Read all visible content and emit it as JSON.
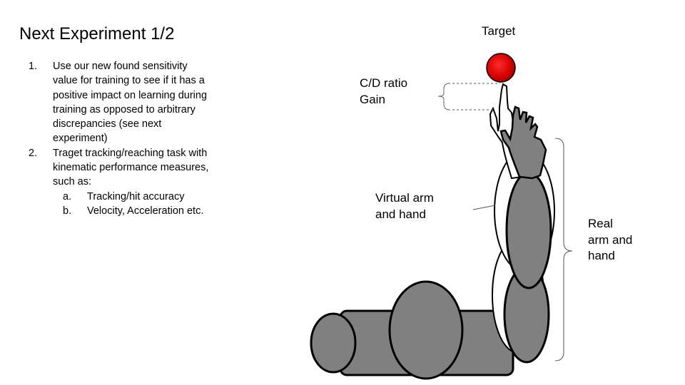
{
  "slide": {
    "title": "Next Experiment 1/2",
    "items": [
      {
        "num": "1.",
        "lines": [
          "Use our new found sensitivity",
          "value for training to see if it has a",
          "positive impact on learning during",
          "training as opposed to arbitrary",
          "discrepancies (see next",
          "experiment)"
        ]
      },
      {
        "num": "2.",
        "lines": [
          "Traget tracking/reaching task with",
          "kinematic performance measures,",
          "such as:"
        ],
        "sub": [
          {
            "num": "a.",
            "text": "Tracking/hit accuracy"
          },
          {
            "num": "b.",
            "text": "Velocity, Acceleration etc."
          }
        ]
      }
    ]
  },
  "diagram": {
    "target_label": "Target",
    "cd_label": [
      "C/D ratio",
      "Gain"
    ],
    "virtual_label": [
      "Virtual arm",
      "and hand"
    ],
    "real_label": [
      "Real",
      "arm and",
      "hand"
    ],
    "colors": {
      "target": "#d40000",
      "real_arm": "#808080",
      "outline": "#000000"
    }
  }
}
